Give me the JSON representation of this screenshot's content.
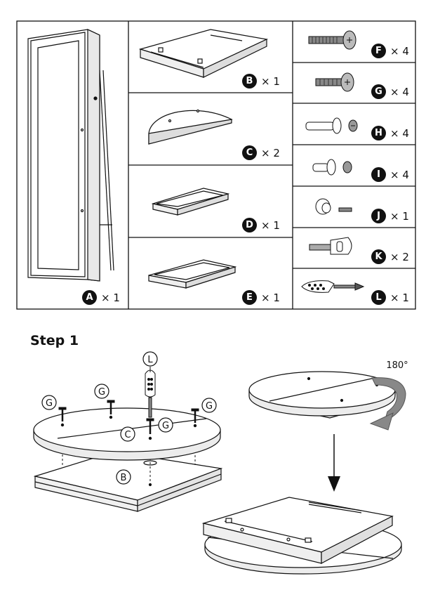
{
  "parts": {
    "A": {
      "letter": "A",
      "qty": "× 1"
    },
    "B": {
      "letter": "B",
      "qty": "× 1"
    },
    "C": {
      "letter": "C",
      "qty": "× 2"
    },
    "D": {
      "letter": "D",
      "qty": "× 1"
    },
    "E": {
      "letter": "E",
      "qty": "× 1"
    },
    "F": {
      "letter": "F",
      "qty": "× 4"
    },
    "G": {
      "letter": "G",
      "qty": "× 4"
    },
    "H": {
      "letter": "H",
      "qty": "× 4"
    },
    "I": {
      "letter": "I",
      "qty": "× 4"
    },
    "J": {
      "letter": "J",
      "qty": "× 1"
    },
    "K": {
      "letter": "K",
      "qty": "× 2"
    },
    "L": {
      "letter": "L",
      "qty": "× 1"
    }
  },
  "step": {
    "title": "Step 1",
    "callouts": {
      "G": "G",
      "L": "L",
      "C": "C",
      "B": "B"
    },
    "rotation": "180°"
  }
}
